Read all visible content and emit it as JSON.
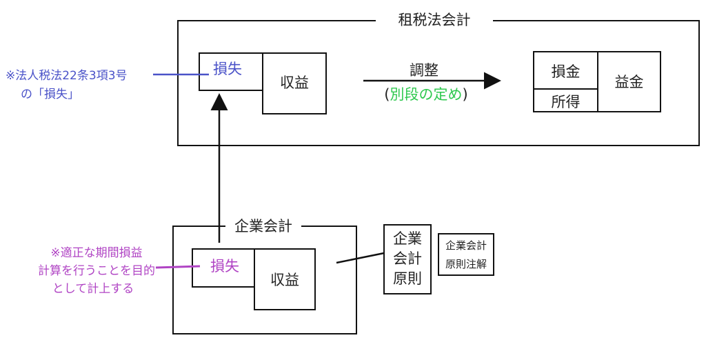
{
  "colors": {
    "blue": "#4a52c8",
    "purple": "#b044c4",
    "green": "#2ec84e",
    "line": "#111111"
  },
  "tax_accounting": {
    "title": "租税法会計",
    "loss_label": "損失",
    "revenue_label": "収益",
    "adjust_label": "調整",
    "adjust_note_open": "(",
    "adjust_note": "別段の定め",
    "adjust_note_close": ")",
    "deductible_label": "損金",
    "income_label": "所得",
    "gross_label": "益金"
  },
  "tax_note": {
    "line1": "※法人税法22条3項3号",
    "line2": "の「損失」"
  },
  "corporate_accounting": {
    "title": "企業会計",
    "loss_label": "損失",
    "revenue_label": "収益"
  },
  "corporate_note": {
    "line1": "※適正な期間損益",
    "line2": "計算を行うことを目的",
    "line3": "として計上する"
  },
  "principles": {
    "line1": "企業",
    "line2": "会計",
    "line3": "原則"
  },
  "principles_notes": {
    "line1": "企業会計",
    "line2": "原則注解"
  }
}
